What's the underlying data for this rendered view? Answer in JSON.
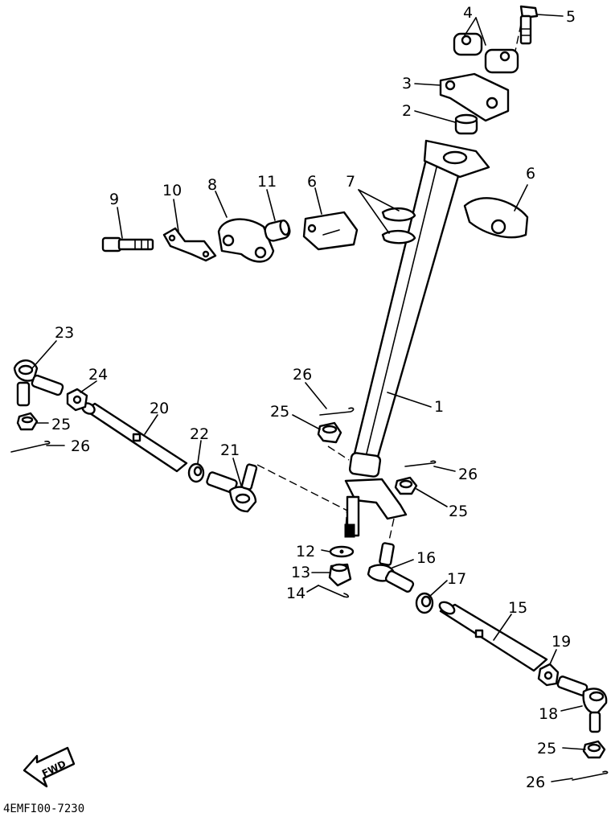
{
  "diagram": {
    "code": "4EMFI00-7230",
    "fwd": "FWD",
    "labels": {
      "p1": "1",
      "p2": "2",
      "p3": "3",
      "p4": "4",
      "p5": "5",
      "p6a": "6",
      "p6b": "6",
      "p7": "7",
      "p8": "8",
      "p9": "9",
      "p10": "10",
      "p11": "11",
      "p12": "12",
      "p13": "13",
      "p14": "14",
      "p15": "15",
      "p16": "16",
      "p17": "17",
      "p18": "18",
      "p19": "19",
      "p20": "20",
      "p21": "21",
      "p22": "22",
      "p23": "23",
      "p24": "24",
      "p25a": "25",
      "p25b": "25",
      "p25c": "25",
      "p25d": "25",
      "p26a": "26",
      "p26b": "26",
      "p26c": "26",
      "p26d": "26"
    }
  }
}
